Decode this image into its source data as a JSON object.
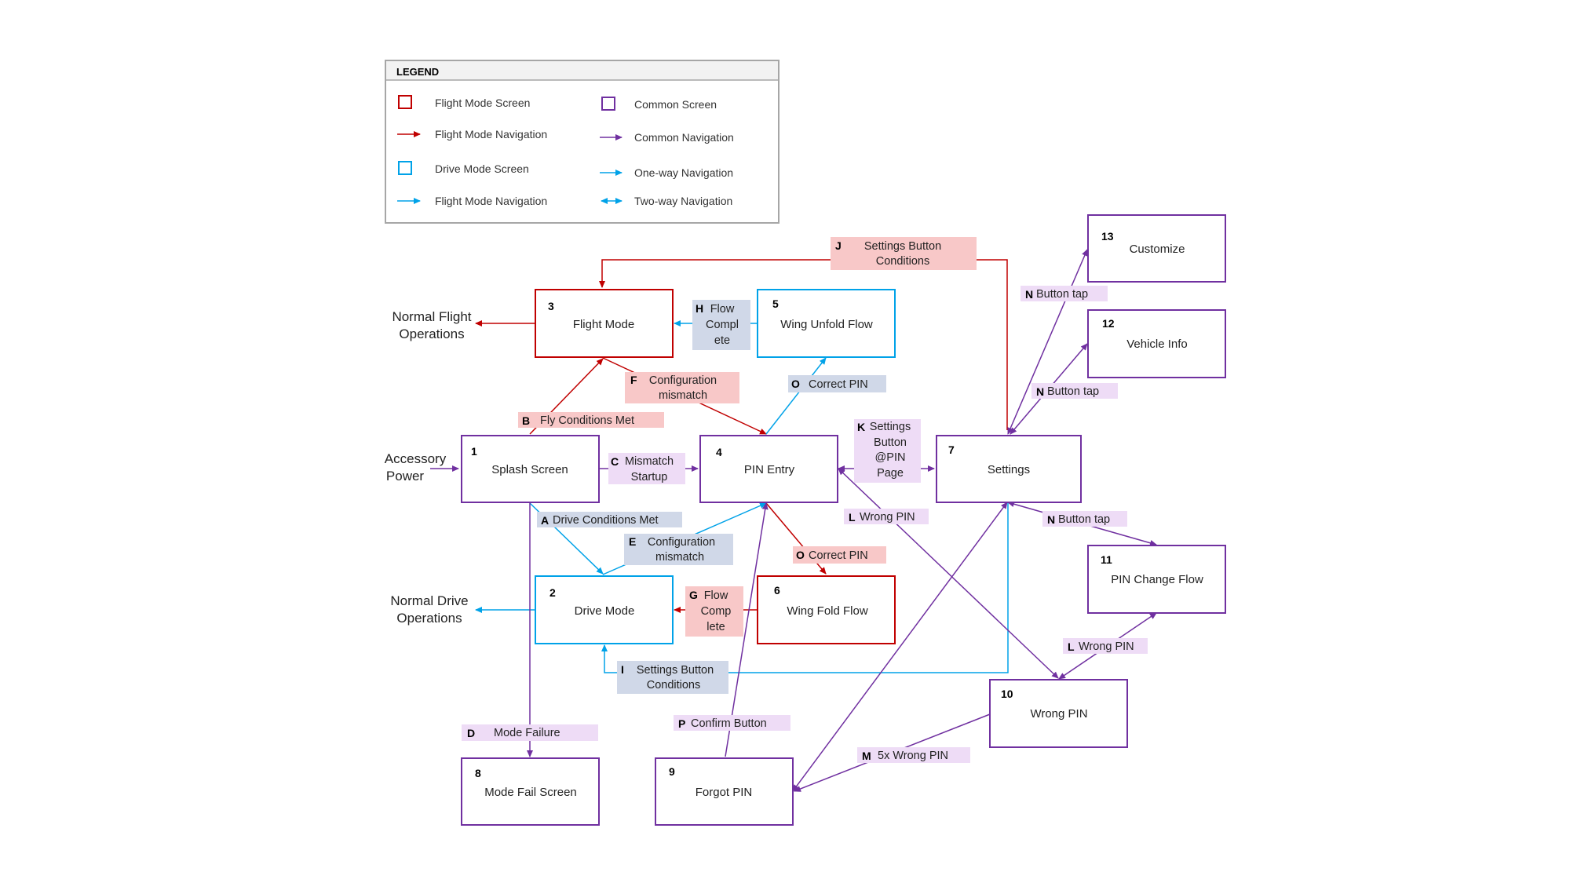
{
  "legend": {
    "title": "LEGEND",
    "items": [
      {
        "label": "Flight Mode Screen",
        "kind": "square",
        "color": "#c00000"
      },
      {
        "label": "Flight Mode Navigation",
        "kind": "arrow",
        "color": "#c00000"
      },
      {
        "label": "Drive Mode Screen",
        "kind": "square",
        "color": "#00a2e8"
      },
      {
        "label": "Flight Mode Navigation",
        "kind": "arrow",
        "color": "#00a2e8"
      },
      {
        "label": "Common Screen",
        "kind": "square",
        "color": "#7030a0"
      },
      {
        "label": "Common Navigation",
        "kind": "arrow",
        "color": "#7030a0"
      },
      {
        "label": "One-way Navigation",
        "kind": "arrow",
        "color": "#00a2e8"
      },
      {
        "label": "Two-way Navigation",
        "kind": "double-arrow",
        "color": "#00a2e8"
      }
    ]
  },
  "colors": {
    "flight": "#c00000",
    "drive": "#00a2e8",
    "common": "#7030a0",
    "flight_label_bg": "#f8c8c8",
    "drive_label_bg": "#d0d8e8",
    "common_label_bg": "#eedcf6"
  },
  "screens": [
    {
      "id": "3",
      "title": "Flight Mode",
      "type": "flight"
    },
    {
      "id": "5",
      "title": "Wing Unfold Flow",
      "type": "drive"
    },
    {
      "id": "1",
      "title": "Splash Screen",
      "type": "common"
    },
    {
      "id": "4",
      "title": "PIN Entry",
      "type": "common"
    },
    {
      "id": "7",
      "title": "Settings",
      "type": "common"
    },
    {
      "id": "2",
      "title": "Drive Mode",
      "type": "drive"
    },
    {
      "id": "6",
      "title": "Wing Fold Flow",
      "type": "flight"
    },
    {
      "id": "8",
      "title": "Mode Fail Screen",
      "type": "common"
    },
    {
      "id": "9",
      "title": "Forgot PIN",
      "type": "common"
    },
    {
      "id": "10",
      "title": "Wrong PIN",
      "type": "common"
    },
    {
      "id": "11",
      "title": "PIN Change Flow",
      "type": "common"
    },
    {
      "id": "12",
      "title": "Vehicle Info",
      "type": "common"
    },
    {
      "id": "13",
      "title": "Customize",
      "type": "common"
    }
  ],
  "external": [
    {
      "lines": [
        "Normal Flight",
        "Operations"
      ]
    },
    {
      "lines": [
        "Accessory",
        "Power"
      ]
    },
    {
      "lines": [
        "Normal Drive",
        "Operations"
      ]
    }
  ],
  "labels": [
    {
      "letter": "J",
      "lines": [
        "Settings Button",
        "Conditions"
      ],
      "type": "flight"
    },
    {
      "letter": "H",
      "lines": [
        "Flow",
        "Compl",
        "ete"
      ],
      "type": "drive"
    },
    {
      "letter": "F",
      "lines": [
        "Configuration",
        "mismatch"
      ],
      "type": "flight"
    },
    {
      "letter": "O",
      "lines": [
        "Correct PIN"
      ],
      "type": "drive"
    },
    {
      "letter": "B",
      "lines": [
        "Fly Conditions Met"
      ],
      "type": "flight"
    },
    {
      "letter": "K",
      "lines": [
        "Settings",
        "Button",
        "@PIN",
        "Page"
      ],
      "type": "common"
    },
    {
      "letter": "C",
      "lines": [
        "Mismatch",
        "Startup"
      ],
      "type": "common"
    },
    {
      "letter": "A",
      "lines": [
        "Drive Conditions Met"
      ],
      "type": "drive"
    },
    {
      "letter": "E",
      "lines": [
        "Configuration",
        "mismatch"
      ],
      "type": "drive"
    },
    {
      "letter": "L",
      "lines": [
        "Wrong PIN"
      ],
      "type": "common"
    },
    {
      "letter": "O",
      "lines": [
        "Correct PIN"
      ],
      "type": "flight"
    },
    {
      "letter": "G",
      "lines": [
        "Flow",
        "Comp",
        "lete"
      ],
      "type": "flight"
    },
    {
      "letter": "I",
      "lines": [
        "Settings Button",
        "Conditions"
      ],
      "type": "drive"
    },
    {
      "letter": "D",
      "lines": [
        "Mode Failure"
      ],
      "type": "common"
    },
    {
      "letter": "P",
      "lines": [
        "Confirm Button"
      ],
      "type": "common"
    },
    {
      "letter": "M",
      "lines": [
        "5x Wrong PIN"
      ],
      "type": "common"
    },
    {
      "letter": "N",
      "lines": [
        "Button tap"
      ],
      "type": "common"
    },
    {
      "letter": "N",
      "lines": [
        "Button tap"
      ],
      "type": "common"
    },
    {
      "letter": "N",
      "lines": [
        "Button tap"
      ],
      "type": "common"
    },
    {
      "letter": "L",
      "lines": [
        "Wrong PIN"
      ],
      "type": "common"
    }
  ]
}
